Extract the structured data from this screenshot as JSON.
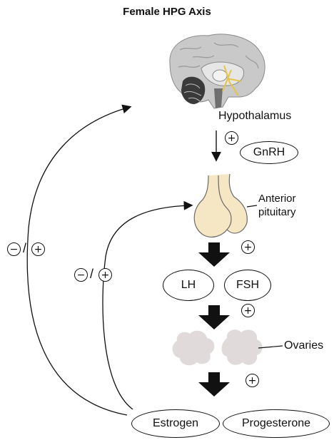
{
  "title": "Female HPG Axis",
  "labels": {
    "hypothalamus": "Hypothalamus",
    "anterior_pituitary_line1": "Anterior",
    "anterior_pituitary_line2": "pituitary",
    "ovaries": "Ovaries"
  },
  "hormones": {
    "gnrh": "GnRH",
    "lh": "LH",
    "fsh": "FSH",
    "estrogen": "Estrogen",
    "progesterone": "Progesterone"
  },
  "signs": {
    "plus": "+",
    "minus": "−",
    "slash": "/"
  }
}
